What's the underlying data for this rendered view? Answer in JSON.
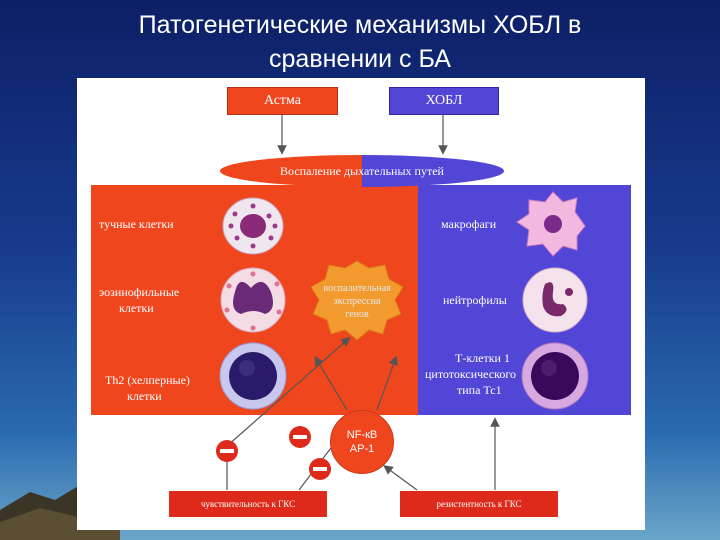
{
  "title": {
    "line1": "Патогенетические механизмы ХОБЛ в",
    "line2": "сравнении с БА"
  },
  "diagram": {
    "asthma": "Астма",
    "copd": "ХОБЛ",
    "airway_inflammation": "Воспаление дыхательных путей",
    "left_cells": {
      "mast": "тучные клетки",
      "eosinophil_1": "эозинофильные",
      "eosinophil_2": "клетки",
      "th2_1": "Th2 (хелперные)",
      "th2_2": "клетки"
    },
    "right_cells": {
      "macrophage": "макрофаги",
      "neutrophil": "нейтрофилы",
      "tcell_1": "Т-клетки 1",
      "tcell_2": "цитотоксического",
      "tcell_3": "типа Тс1"
    },
    "gene_expression": {
      "line1": "воспалительная",
      "line2": "экспрессия",
      "line3": "генов"
    },
    "nfkb": {
      "line1": "NF-кB",
      "line2": "AP-1"
    },
    "gcs_sensitivity": "чувствительность к ГКС",
    "gcs_resistance": "резистентность к ГКС"
  },
  "colors": {
    "asthma_red": "#f0461e",
    "copd_blue": "#5246d6",
    "background_navy": "#0d1f66"
  }
}
